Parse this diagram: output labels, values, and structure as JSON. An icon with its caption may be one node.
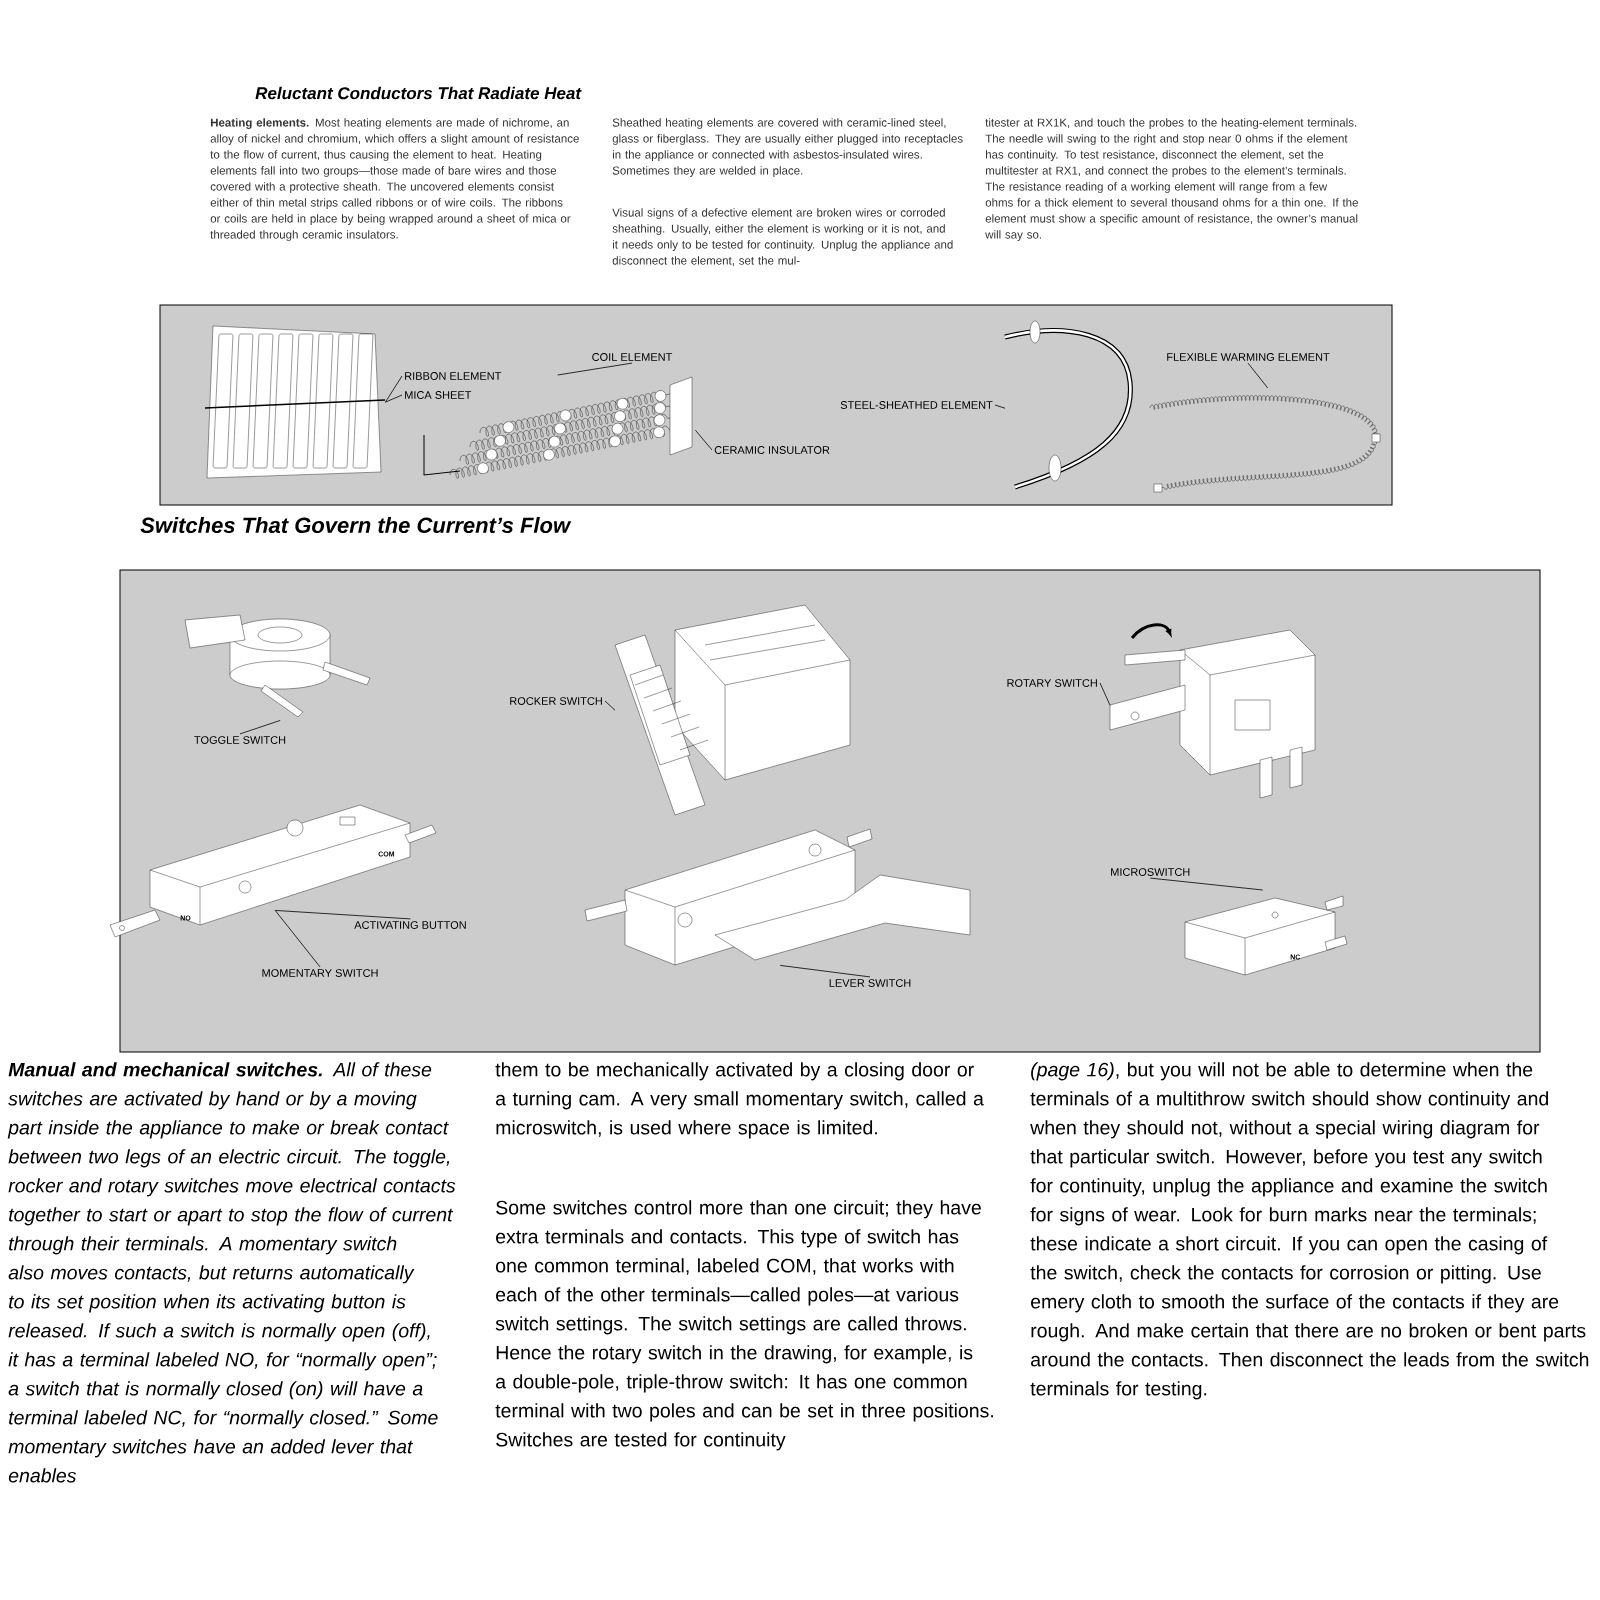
{
  "diagram": {
    "title": "Reluctant Conductors That Radiate Heat",
    "nodes": [
      {
        "text": [
          "RIBBON ELEMENT"
        ]
      },
      {
        "text": [
          "MICA SHEET"
        ]
      },
      {
        "text": [
          "COIL ELEMENT"
        ]
      },
      {
        "text": [
          "CERAMIC INSULATOR"
        ]
      },
      {
        "text": [
          "STEEL-SHEATHED ELEMENT"
        ]
      },
      {
        "text": [
          "FLEXIBLE WARMING ELEMENT"
        ]
      },
      {
        "text": [],
        "shape": "picture"
      },
      {
        "text": [],
        "shape": "picture"
      },
      {
        "text": [],
        "shape": "picture"
      },
      {
        "text": [],
        "shape": "picture"
      },
      {
        "text": [
          "TOGGLE SWITCH"
        ]
      },
      {
        "text": [
          "ROCKER SWITCH"
        ]
      },
      {
        "text": [
          "ROTARY SWITCH"
        ]
      },
      {
        "text": [
          "ACTIVATING BUTTON"
        ]
      },
      {
        "text": [
          "MOMENTARY SWITCH"
        ]
      },
      {
        "text": [
          "MICROSWITCH"
        ]
      },
      {
        "text": [
          "LEVER SWITCH"
        ]
      },
      {
        "text": [],
        "shape": "picture"
      },
      {
        "text": [],
        "shape": "picture"
      },
      {
        "text": [],
        "shape": "picture"
      },
      {
        "text": [],
        "shape": "picture"
      },
      {
        "text": [],
        "shape": "picture"
      },
      {
        "text": [],
        "shape": "picture"
      }
    ],
    "edges": [
      {
        "from": 0,
        "to": 6,
        "arrow": "none"
      },
      {
        "from": 1,
        "to": 6,
        "arrow": "none"
      },
      {
        "from": 2,
        "to": 7,
        "arrow": "none"
      },
      {
        "from": 3,
        "to": 7,
        "arrow": "none"
      },
      {
        "from": 4,
        "to": 8,
        "arrow": "none"
      },
      {
        "from": 5,
        "to": 9,
        "arrow": "none"
      },
      {
        "from": 10,
        "to": 17,
        "arrow": "none"
      },
      {
        "from": 11,
        "to": 18,
        "arrow": "none"
      },
      {
        "from": 12,
        "to": 19,
        "arrow": "none"
      },
      {
        "from": 13,
        "to": 20,
        "arrow": "none"
      },
      {
        "from": 14,
        "to": 20,
        "arrow": "none"
      },
      {
        "from": 15,
        "to": 22,
        "arrow": "none"
      },
      {
        "from": 16,
        "to": 21,
        "arrow": "none"
      }
    ],
    "labels": [
      "Switches That Govern the Current’s Flow",
      "**Heating elements.** Most heating elements are made of nichrome, an alloy of nickel and chromium, which offers a slight amount of resistance to the flow of current, thus causing the element to heat. Heating elements fall into two groups—those made of bare wires and those covered with a protective sheath. The uncovered elements consist either of thin metal strips called ribbons or of wire coils. The ribbons or coils are held in place by being wrapped around a sheet of mica or threaded through ceramic insulators.",
      "Sheathed heating elements are covered with ceramic-lined steel, glass or fiberglass. They are usually either plugged into receptacles in the appliance or connected with asbestos-insulated wires. Sometimes they are welded in place.",
      "Visual signs of a defective element are broken wires or corroded sheathing. Usually, either the element is working or it is not, and it needs only to be tested for continuity. Unplug the appliance and disconnect the element, set the mul-",
      "titester at RX1K, and touch the probes to the heating-element terminals. The needle will swing to the right and stop near 0 ohms if the element has continuity. To test resistance, disconnect the element, set the multitester at RX1, and connect the probes to the element’s terminals. The resistance reading of a working element will range from a few ohms for a thick element to several thousand ohms for a thin one. If the element must show a specific amount of resistance, the owner’s manual will say so.",
      "**Manual and mechanical switches.** All of these switches are activated by hand or by a moving part inside the appliance to make or break contact between two legs of an electric circuit. The toggle, rocker and rotary switches move electrical contacts together to start or apart to stop the flow of current through their terminals. A momentary switch also moves contacts, but returns automatically to its set position when its activating button is released. If such a switch is normally open (off), it has a terminal labeled NO, for “normally open”; a switch that is normally closed (on) will have a terminal labeled NC, for “normally closed.” Some momentary switches have an added lever that enables",
      "them to be mechanically activated by a closing door or a turning cam. A very small momentary switch, called a microswitch, is used where space is limited.",
      "Some switches control more than one circuit; they have extra terminals and contacts. This type of switch has one common terminal, labeled COM, that works with each of the other terminals—called poles—at various switch settings. The switch settings are called throws. Hence the rotary switch in the drawing, for example, is a double-pole, triple-throw switch: It has one common terminal with two poles and can be set in three positions. Switches are tested for continuity",
      "*(page 16)*, but you will not be able to determine when the terminals of a multithrow switch should show continuity and when they should not, without a special wiring diagram for that particular switch. However, before you test any switch for continuity, unplug the appliance and examine the switch for signs of wear. Look for burn marks near the terminals; these indicate a short circuit. If you can open the casing of the switch, check the contacts for corrosion or pitting. Use emery cloth to smooth the surface of the contacts if they are rough. And make certain that there are no broken or bent parts around the contacts. Then disconnect the leads from the switch terminals for testing.",
      "COM",
      "NO",
      "NC"
    ]
  }
}
